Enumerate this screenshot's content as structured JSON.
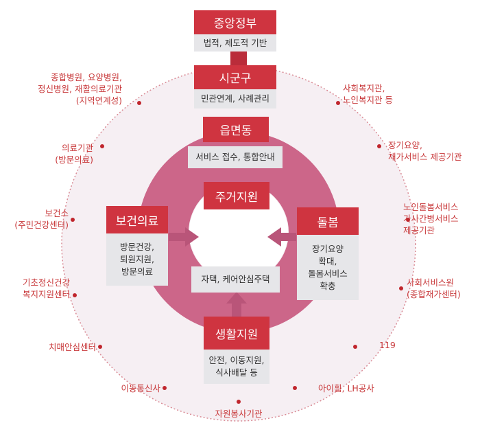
{
  "core": {
    "central_gov": {
      "title": "중앙정부",
      "desc": "법적, 제도적 기반"
    },
    "district": {
      "title": "시군구",
      "desc": "민관연계, 사례관리"
    },
    "town": {
      "title": "읍면동",
      "desc": "서비스 접수, 통합안내"
    },
    "housing": {
      "title": "주거지원",
      "desc": "자택, 케어안심주택"
    },
    "health": {
      "title": "보건의료",
      "desc": "방문건강,\n퇴원지원,\n방문의료"
    },
    "care": {
      "title": "돌봄",
      "desc": "장기요양\n확대,\n돌봄서비스\n확충"
    },
    "living": {
      "title": "생활지원",
      "desc": "안전, 이동지원,\n식사배달 등"
    }
  },
  "ring_labels": {
    "hospitals": "종합병원, 요양병원,\n정신병원, 재활의료기관\n(지역연계성)",
    "clinics": "의료기관\n(방문의료)",
    "health_center": "보건소\n(주민건강센터)",
    "mental_health": "기초정신건강\n복지지원센터",
    "dementia": "치매안심센터",
    "telecom": "이동통신사",
    "volunteer": "자원봉사기관",
    "children_lh": "아이흼, LH공사",
    "emergency": "119",
    "social_service": "사회서비스원\n(종합재가센터)",
    "elderly_care": "노인돌봄서비스\n가사간병서비스\n제공기관",
    "ltc": "장기요양,\n재가서비스 제공기관",
    "welfare": "사회복지관,\n노인복지관 등"
  },
  "colors": {
    "accent_red": "#cf3440",
    "ring_pink": "#cc6689",
    "ring_light": "#f6eff3",
    "box_grey": "#e6e6e9",
    "arrow": "#b95579",
    "label_red": "#c8383a"
  }
}
